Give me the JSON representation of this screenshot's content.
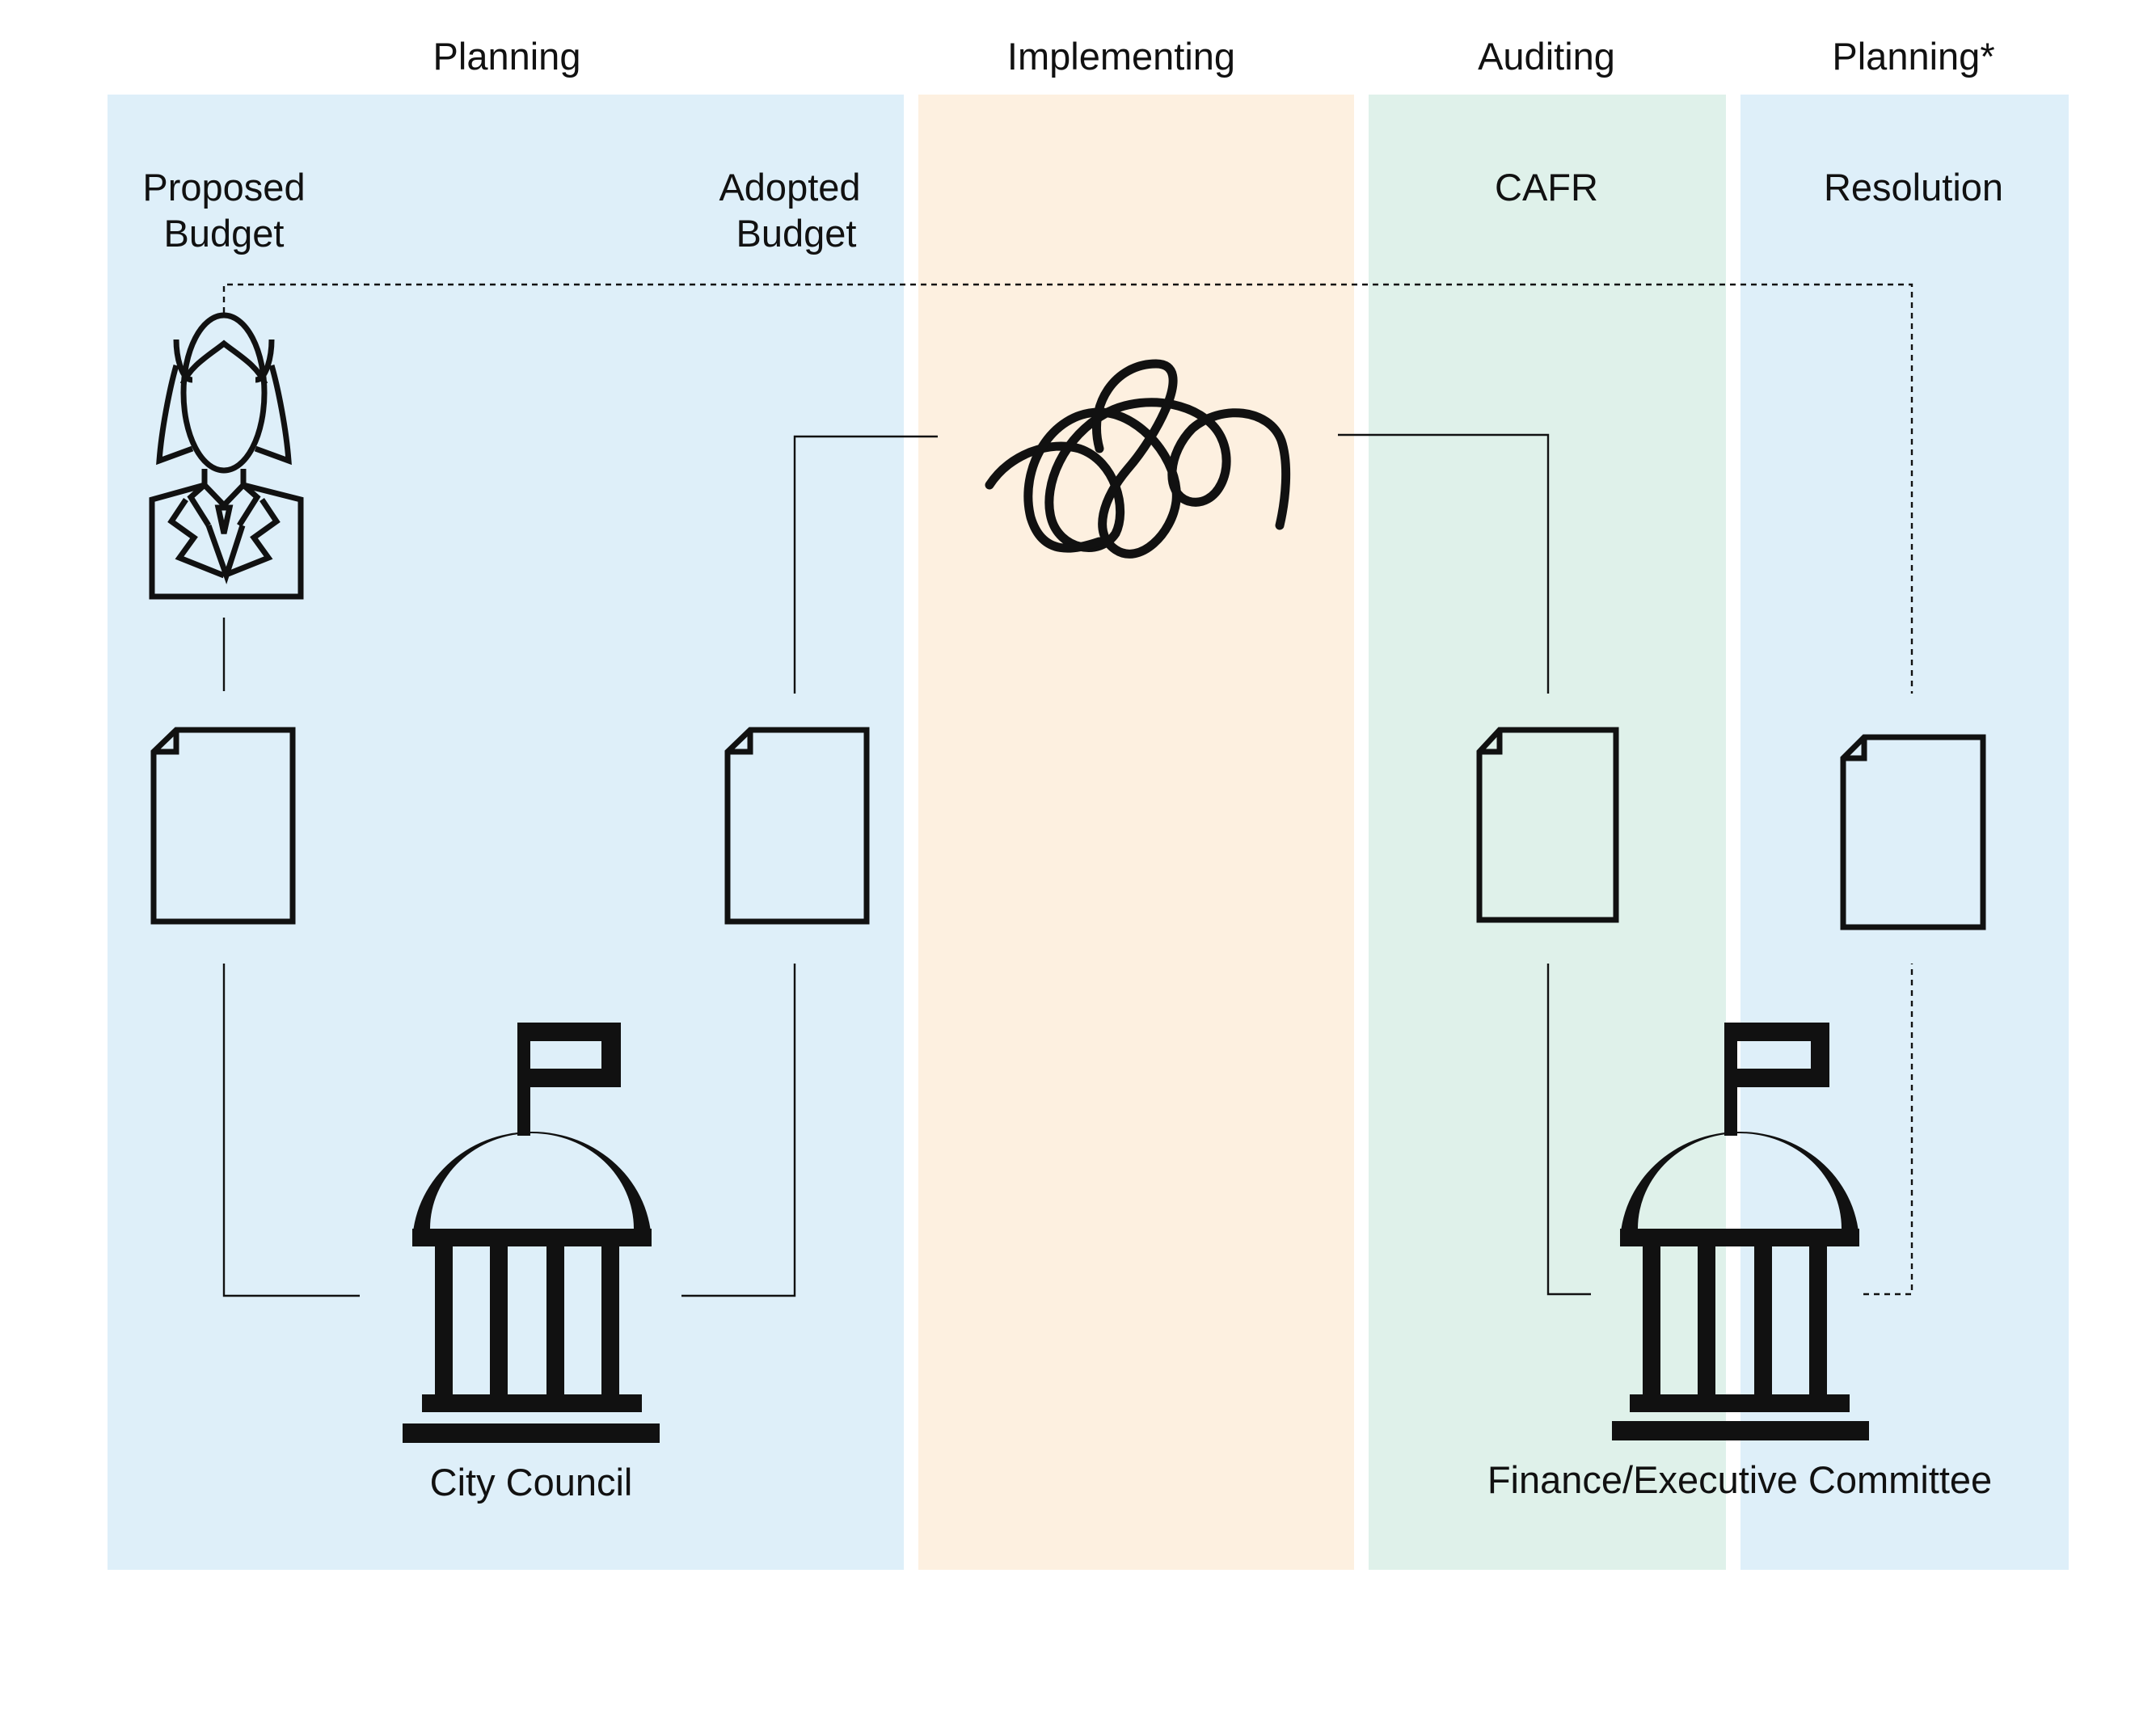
{
  "phases": {
    "planning": {
      "label": "Planning",
      "color": "#deeff9"
    },
    "implementing": {
      "label": "Implementing",
      "color": "#fdf0e0"
    },
    "auditing": {
      "label": "Auditing",
      "color": "#dff1ea"
    },
    "planning_next": {
      "label": "Planning*",
      "color": "#deeff9"
    }
  },
  "documents": {
    "proposed_budget": {
      "line1": "Proposed",
      "line2": "Budget",
      "icon": "document-icon"
    },
    "adopted_budget": {
      "line1": "Adopted",
      "line2": "Budget",
      "icon": "document-icon"
    },
    "cafr": {
      "line1": "CAFR",
      "icon": "document-icon"
    },
    "resolution": {
      "line1": "Resolution",
      "icon": "document-icon",
      "color": "#aab6bd"
    }
  },
  "entities": {
    "city_council": {
      "label": "City Council",
      "icon": "government-building-icon"
    },
    "finance_committee": {
      "label": "Finance/Executive Committee",
      "icon": "government-building-icon"
    },
    "official": {
      "icon": "businesswoman-icon"
    },
    "implementation": {
      "icon": "scribble-icon"
    }
  }
}
